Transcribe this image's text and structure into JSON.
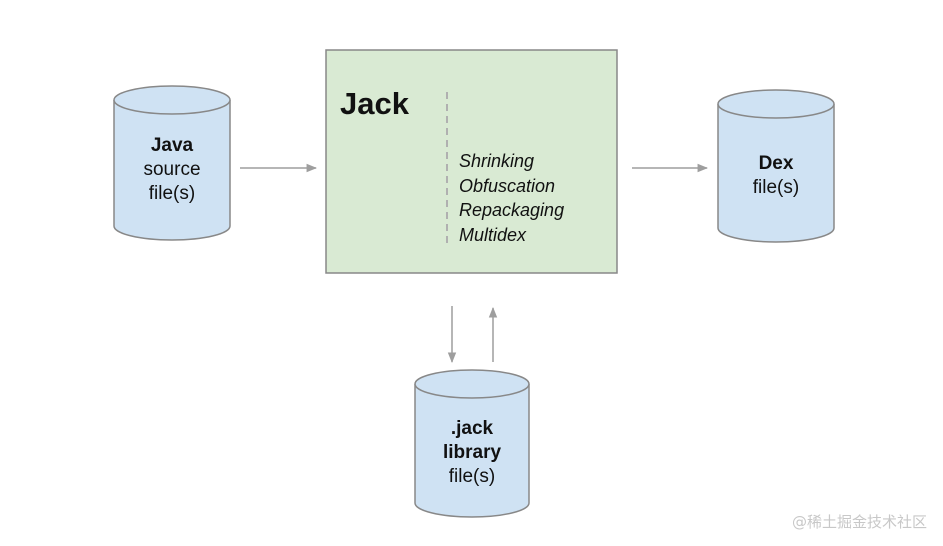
{
  "colors": {
    "cylinder_fill": "#cfe2f3",
    "cylinder_stroke": "#888888",
    "jack_fill": "#d9ead3",
    "jack_stroke": "#888888",
    "arrow": "#9e9e9e",
    "divider": "#b0b0b0"
  },
  "java_source": {
    "line1": "Java",
    "line2": "source",
    "line3": "file(s)"
  },
  "jack": {
    "title": "Jack",
    "steps": [
      "Shrinking",
      "Obfuscation",
      "Repackaging",
      "Multidex"
    ]
  },
  "dex": {
    "line1": "Dex",
    "line2": "file(s)"
  },
  "jack_library": {
    "line1": ".jack",
    "line2": "library",
    "line3": "file(s)"
  },
  "watermark": "@稀土掘金技术社区"
}
